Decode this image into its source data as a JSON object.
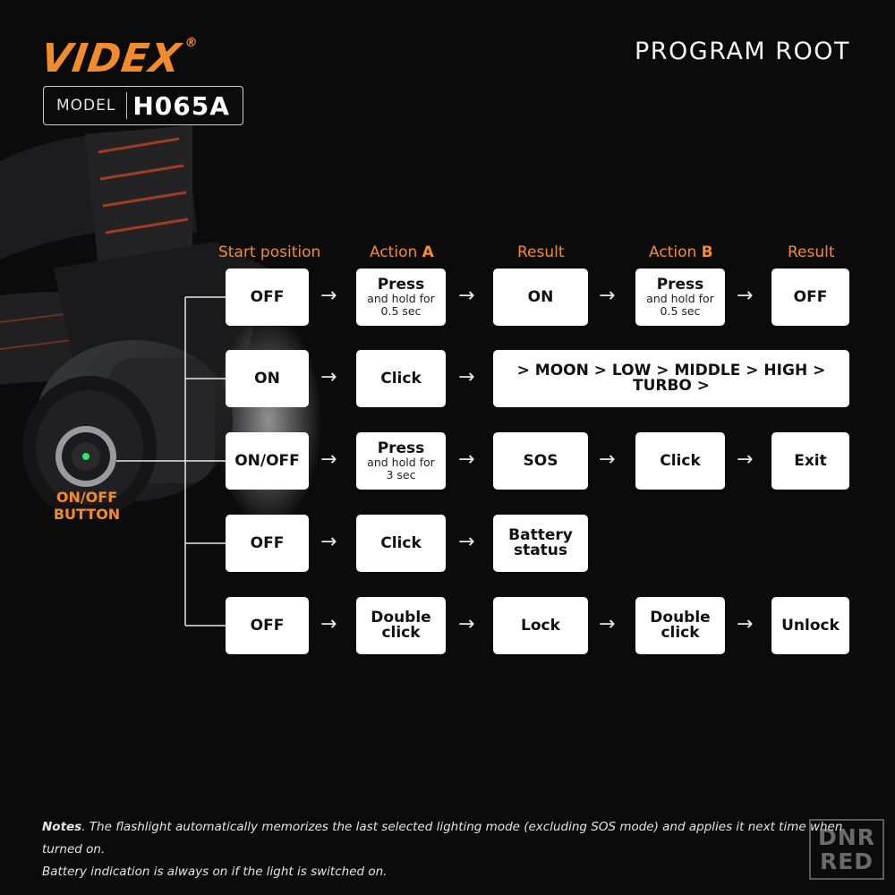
{
  "brand": {
    "logo": "VIDEX",
    "registered": "®"
  },
  "model": {
    "label": "MODEL",
    "value": "H065A"
  },
  "title": "PROGRAM ROOT",
  "columns": {
    "start": "Start position",
    "action_a_word": "Action",
    "action_a_letter": "A",
    "result_1": "Result",
    "action_b_word": "Action",
    "action_b_letter": "B",
    "result_2": "Result"
  },
  "button_label": {
    "line1": "ON/OFF",
    "line2": "BUTTON"
  },
  "rows": [
    {
      "start": "OFF",
      "action_a": {
        "main": "Press",
        "sub1": "and hold for",
        "sub2": "0.5 sec"
      },
      "result_1": "ON",
      "action_b": {
        "main": "Press",
        "sub1": "and hold for",
        "sub2": "0.5 sec"
      },
      "result_2": "OFF"
    },
    {
      "start": "ON",
      "action_a": {
        "main": "Click"
      },
      "result_wide": "> MOON > LOW > MIDDLE > HIGH > TURBO >"
    },
    {
      "start": "ON/OFF",
      "action_a": {
        "main": "Press",
        "sub1": "and hold for",
        "sub2": "3 sec"
      },
      "result_1": "SOS",
      "action_b": {
        "main": "Click"
      },
      "result_2": "Exit"
    },
    {
      "start": "OFF",
      "action_a": {
        "main": "Click"
      },
      "result_1": {
        "line1": "Battery",
        "line2": "status"
      }
    },
    {
      "start": "OFF",
      "action_a": {
        "line1": "Double",
        "line2": "click"
      },
      "result_1": "Lock",
      "action_b": {
        "line1": "Double",
        "line2": "click"
      },
      "result_2": "Unlock"
    }
  ],
  "arrow_glyph": "→",
  "notes": {
    "lead": "Notes",
    "line1": ". The flashlight automatically memorizes the last selected lighting mode (excluding SOS mode) and applies it next time when turned on.",
    "line2": "Battery indication is always on if the light is switched on."
  },
  "watermark": {
    "line1": "DNR",
    "line2": "RED"
  },
  "colors": {
    "accent": "#f28b2b",
    "background": "#0b0b0c",
    "box": "#ffffff"
  }
}
